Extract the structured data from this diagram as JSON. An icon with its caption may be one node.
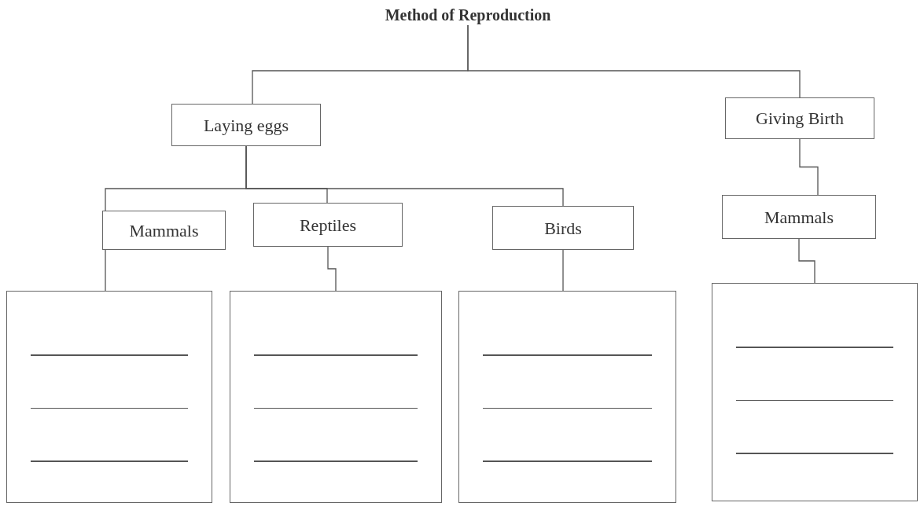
{
  "diagram": {
    "nodes": [
      {
        "text": [
          "Method of Reproduction"
        ]
      },
      {
        "text": [
          "Laying eggs"
        ]
      },
      {
        "text": [
          "Giving Birth"
        ]
      },
      {
        "text": [
          "Mammals"
        ]
      },
      {
        "text": [
          "Reptiles"
        ]
      },
      {
        "text": [
          "Birds"
        ]
      },
      {
        "text": [
          "Mammals"
        ]
      },
      {
        "text": [],
        "shape": "box"
      },
      {
        "text": [],
        "shape": "box"
      },
      {
        "text": [],
        "shape": "box"
      },
      {
        "text": [],
        "shape": "box"
      }
    ],
    "edges": [
      {
        "from": 0,
        "to": 1,
        "arrow": "none"
      },
      {
        "from": 0,
        "to": 2,
        "arrow": "none"
      },
      {
        "from": 1,
        "to": 3,
        "arrow": "none"
      },
      {
        "from": 1,
        "to": 4,
        "arrow": "none"
      },
      {
        "from": 1,
        "to": 5,
        "arrow": "none"
      },
      {
        "from": 2,
        "to": 6,
        "arrow": "none"
      },
      {
        "from": 3,
        "to": 7,
        "arrow": "none"
      },
      {
        "from": 4,
        "to": 8,
        "arrow": "none"
      },
      {
        "from": 5,
        "to": 9,
        "arrow": "none"
      },
      {
        "from": 6,
        "to": 10,
        "arrow": "none"
      }
    ]
  }
}
